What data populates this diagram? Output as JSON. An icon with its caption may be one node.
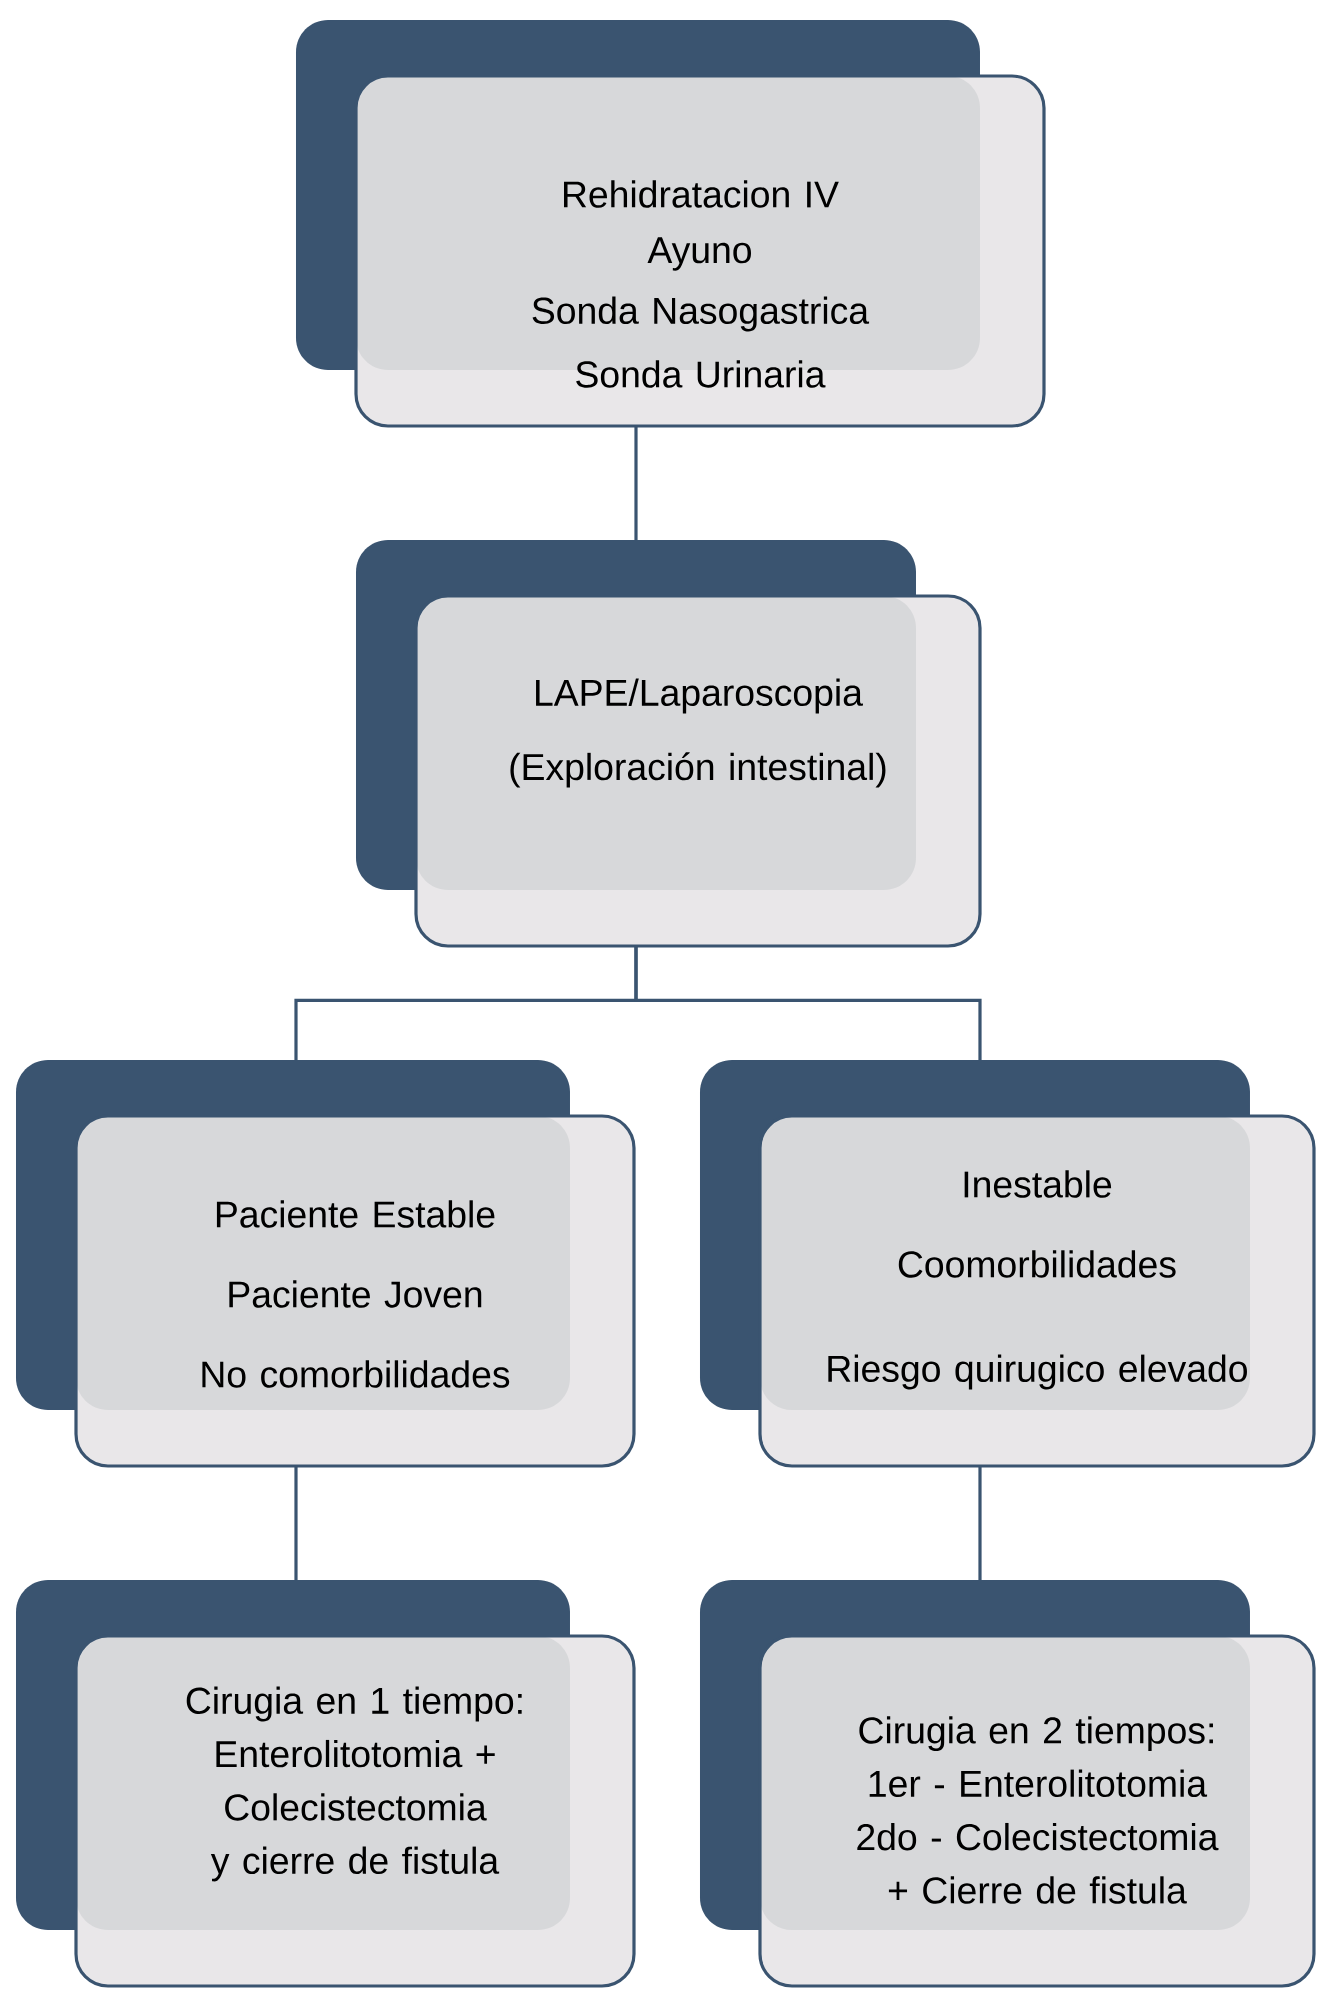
{
  "diagram": {
    "nodes": [
      {
        "text": [
          "Rehidratacion IV",
          "Ayuno",
          "Sonda Nasogastrica",
          "Sonda Urinaria"
        ]
      },
      {
        "text": [
          "LAPE/Laparoscopia",
          "(Exploración intestinal)"
        ]
      },
      {
        "text": [
          "Paciente Estable",
          "Paciente Joven",
          "No comorbilidades"
        ]
      },
      {
        "text": [
          "Inestable",
          "Coomorbilidades",
          "Riesgo quirugico elevado"
        ]
      },
      {
        "text": [
          "Cirugia en 1 tiempo: Enterolitotomia + Colecistectomia y cierre de fistula"
        ]
      },
      {
        "text": [
          "Cirugia en 2 tiempos: 1er - Enterolitotomia 2do - Colecistectomia + Cierre de fistula"
        ]
      }
    ],
    "edges": [
      {
        "from": 0,
        "to": 1,
        "arrow": "none"
      },
      {
        "from": 1,
        "to": 2,
        "arrow": "none"
      },
      {
        "from": 1,
        "to": 3,
        "arrow": "none"
      },
      {
        "from": 2,
        "to": 4,
        "arrow": "none"
      },
      {
        "from": 3,
        "to": 5,
        "arrow": "none"
      }
    ]
  }
}
